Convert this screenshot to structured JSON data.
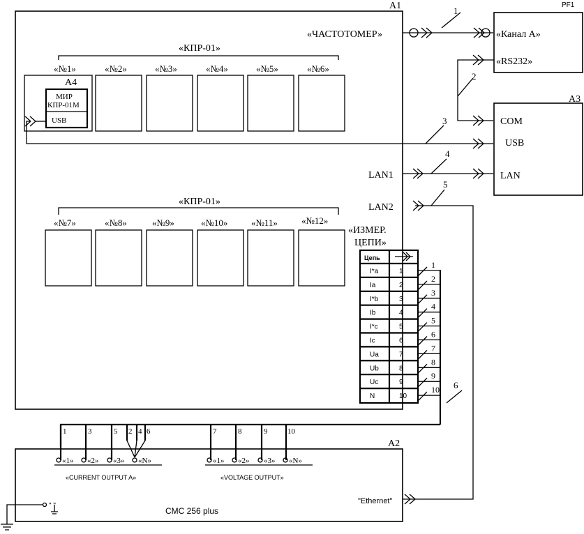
{
  "blocks": {
    "a1": "A1",
    "a2": "A2",
    "a3": "A3",
    "a4": "A4",
    "pf1": "PF1"
  },
  "a1_labels": {
    "freq": "«ЧАСТОТОМЕР»",
    "kpr_top": "«КПР-01»",
    "kpr_bottom": "«КПР-01»",
    "lan1": "LAN1",
    "lan2": "LAN2",
    "meas_line1": "«ИЗМЕР.",
    "meas_line2": "ЦЕПИ»"
  },
  "slots_top": [
    "«№1»",
    "«№2»",
    "«№3»",
    "«№4»",
    "«№5»",
    "«№6»"
  ],
  "slots_bottom": [
    "«№7»",
    "«№8»",
    "«№9»",
    "«№10»",
    "«№11»",
    "«№12»"
  ],
  "a4_module": {
    "line1": "МИР",
    "line2": "КПР-01М",
    "usb": "USB"
  },
  "pf1_ports": {
    "channel_a": "«Канал А»",
    "rs232": "«RS232»"
  },
  "a3_ports": {
    "com": "COM",
    "usb": "USB",
    "lan": "LAN"
  },
  "meas_table": {
    "header_circuit": "Цепь",
    "rows": [
      {
        "circuit": "I*a",
        "pin": "1"
      },
      {
        "circuit": "Ia",
        "pin": "2"
      },
      {
        "circuit": "I*b",
        "pin": "3"
      },
      {
        "circuit": "Ib",
        "pin": "4"
      },
      {
        "circuit": "I*c",
        "pin": "5"
      },
      {
        "circuit": "Ic",
        "pin": "6"
      },
      {
        "circuit": "Ua",
        "pin": "7"
      },
      {
        "circuit": "Ub",
        "pin": "8"
      },
      {
        "circuit": "Uc",
        "pin": "9"
      },
      {
        "circuit": "N",
        "pin": "10"
      }
    ]
  },
  "cable_numbers": {
    "c1": "1",
    "c2": "2",
    "c3": "3",
    "c4": "4",
    "c5": "5",
    "c6": "6"
  },
  "wire_numbers": [
    "1",
    "2",
    "3",
    "4",
    "5",
    "6",
    "7",
    "8",
    "9",
    "10"
  ],
  "bus_wire_labels": [
    "1",
    "3",
    "5",
    "2",
    "4",
    "6",
    "7",
    "8",
    "9",
    "10"
  ],
  "a2": {
    "model": "CMC 256 plus",
    "ethernet": "\"Ethernet\"",
    "ground": "\" \"",
    "current_group": "«CURRENT OUTPUT A»",
    "voltage_group": "«VOLTAGE OUTPUT»",
    "current_terminals": [
      "«1»",
      "«2»",
      "«3»",
      "«N»"
    ],
    "voltage_terminals": [
      "«1»",
      "«2»",
      "«3»",
      "«N»"
    ]
  }
}
